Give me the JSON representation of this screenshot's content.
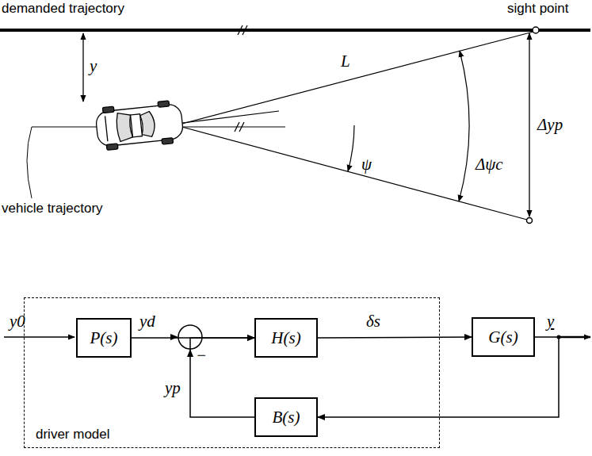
{
  "diagram": {
    "nodes": [
      {
        "text": [
          "driver model"
        ]
      },
      {
        "text": [
          "P(s)"
        ],
        "in": 0
      },
      {
        "text": [
          "H(s)"
        ],
        "in": 0
      },
      {
        "text": [
          "B(s)"
        ],
        "in": 0
      },
      {
        "text": [
          "G(s)"
        ]
      }
    ],
    "edges": [
      {
        "from": 1,
        "to": 2,
        "arrow": "to",
        "label": "yd"
      },
      {
        "from": 3,
        "to": 2,
        "arrow": "to",
        "label": "yp"
      },
      {
        "from": 2,
        "to": 4,
        "arrow": "to",
        "label": "δs"
      },
      {
        "from": 4,
        "to": 3,
        "arrow": "to"
      }
    ],
    "labels": [
      "demanded trajectory",
      "sight point",
      "y",
      "L",
      "Δψc",
      "Δyp",
      "ψ",
      "vehicle trajectory",
      "y0",
      "−",
      "y"
    ]
  }
}
